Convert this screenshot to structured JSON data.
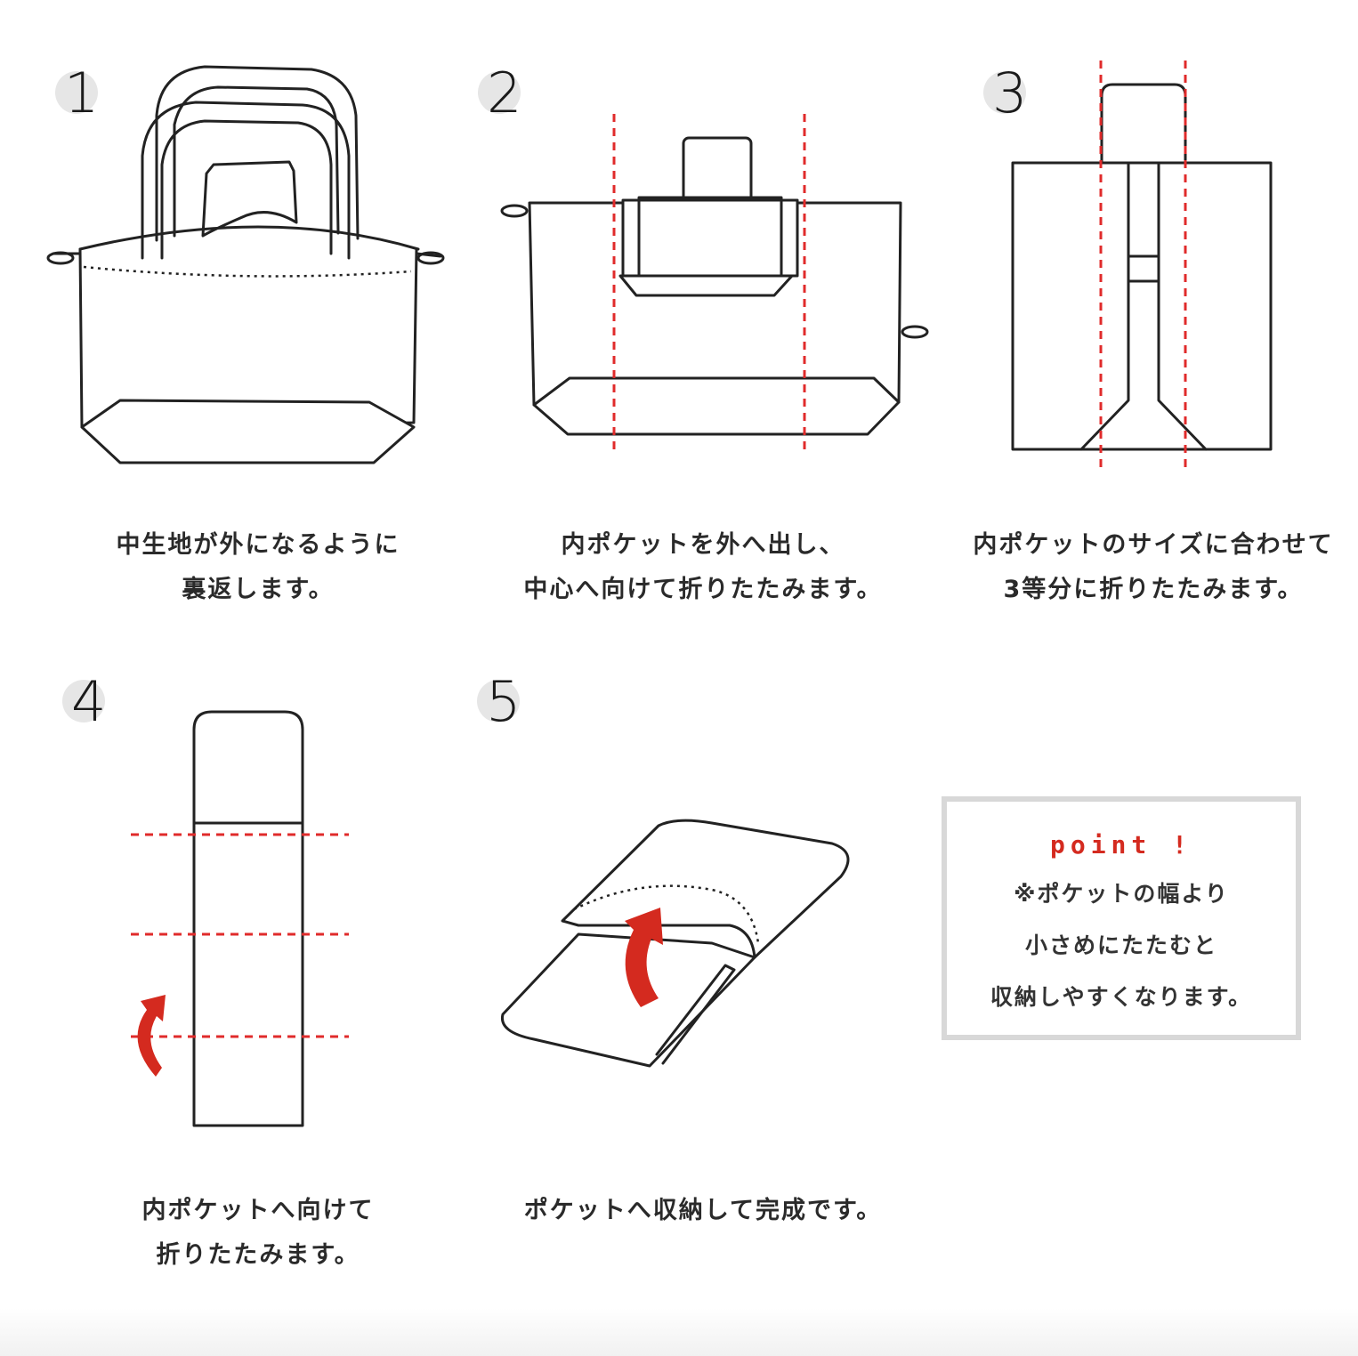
{
  "steps": [
    {
      "number": "1",
      "caption_line1": "中生地が外になるように",
      "caption_line2": "裏返します。"
    },
    {
      "number": "2",
      "caption_line1": "内ポケットを外へ出し、",
      "caption_line2": "中心へ向けて折りたたみます。"
    },
    {
      "number": "3",
      "caption_line1": "内ポケットのサイズに合わせて",
      "caption_line2": "3等分に折りたたみます。"
    },
    {
      "number": "4",
      "caption_line1": "内ポケットへ向けて",
      "caption_line2": "折りたたみます。"
    },
    {
      "number": "5",
      "caption_line1": "ポケットへ収納して完成です。",
      "caption_line2": ""
    }
  ],
  "point": {
    "title": "point !",
    "line1": "※ポケットの幅より",
    "line2": "小さめにたたむと",
    "line3": "収納しやすくなります。"
  },
  "colors": {
    "accent_red": "#d42a1f",
    "fold_line": "#e02b2b",
    "outline": "#222222"
  }
}
